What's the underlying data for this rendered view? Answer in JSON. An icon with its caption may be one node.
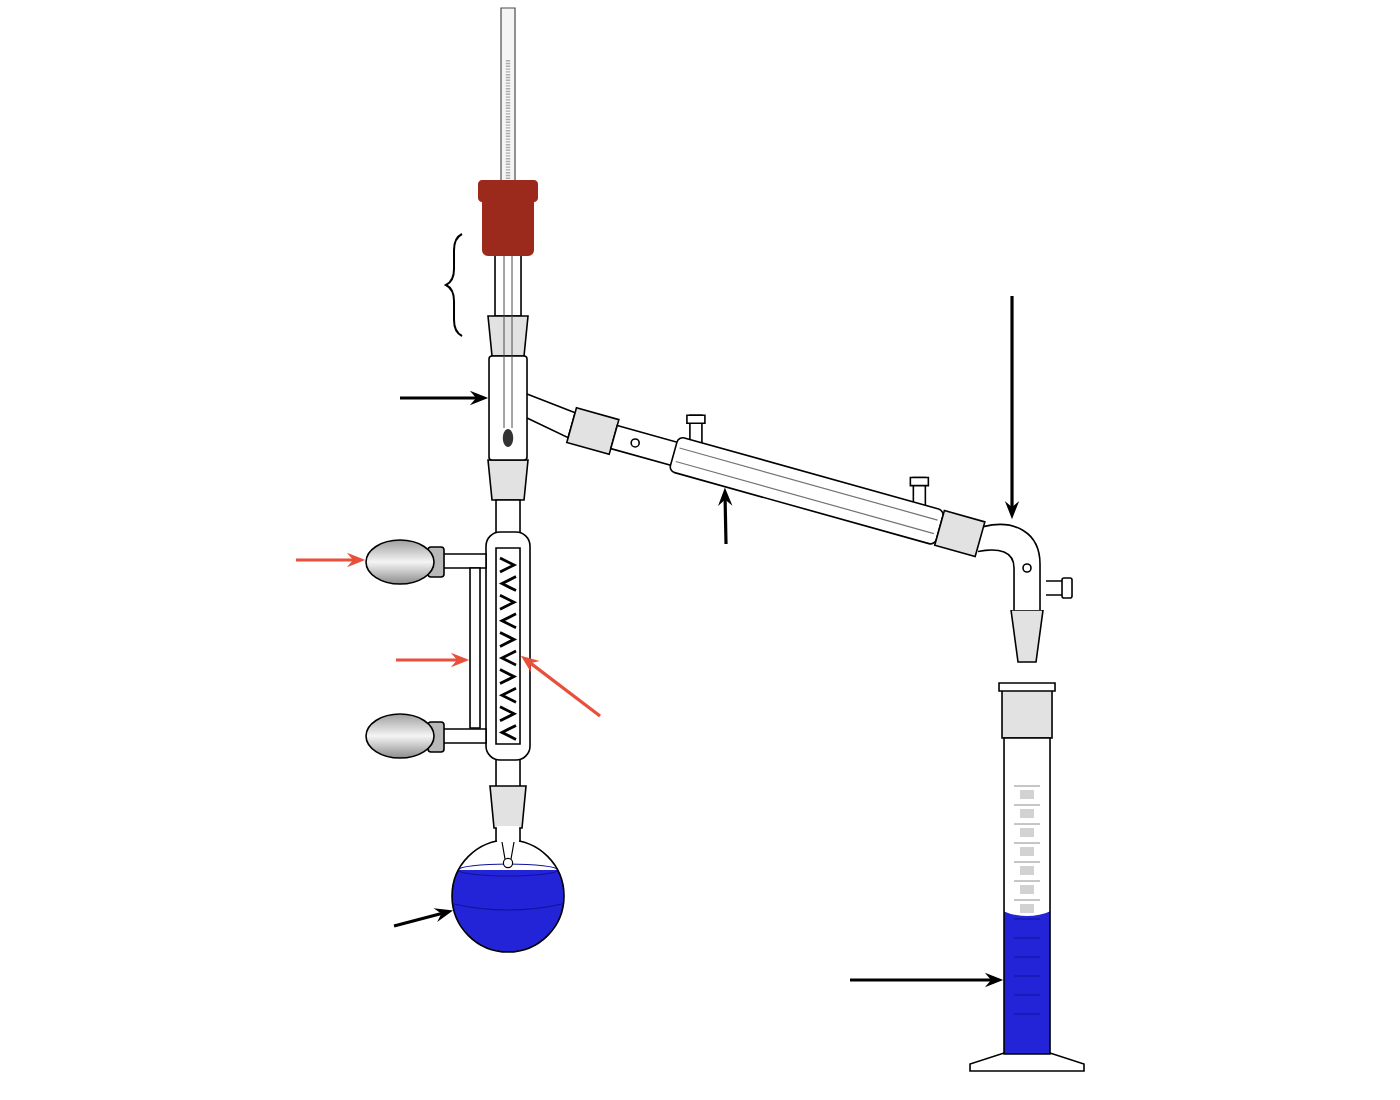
{
  "diagram": {
    "nodes": [
      {
        "text": [],
        "shape": "picture"
      },
      {
        "text": [],
        "shape": "picture"
      },
      {
        "text": [],
        "shape": "picture"
      },
      {
        "text": [],
        "shape": "picture"
      },
      {
        "text": [],
        "shape": "box"
      },
      {
        "text": [],
        "shape": "picture"
      },
      {
        "text": [],
        "shape": "picture"
      },
      {
        "text": [],
        "shape": "picture"
      },
      {
        "text": [],
        "shape": "picture"
      }
    ],
    "edges": [
      {
        "from": null,
        "to": 0,
        "arrow": "to"
      },
      {
        "from": null,
        "to": 1,
        "arrow": "to"
      },
      {
        "from": null,
        "to": 2,
        "arrow": "to"
      },
      {
        "from": null,
        "to": 3,
        "arrow": "to",
        "color": "#e8503c"
      },
      {
        "from": null,
        "to": 4,
        "arrow": "to",
        "color": "#e8503c"
      },
      {
        "from": null,
        "to": 5,
        "arrow": "to",
        "color": "#e8503c"
      },
      {
        "from": null,
        "to": 7,
        "arrow": "to"
      },
      {
        "from": null,
        "to": 8,
        "arrow": "to"
      }
    ]
  }
}
